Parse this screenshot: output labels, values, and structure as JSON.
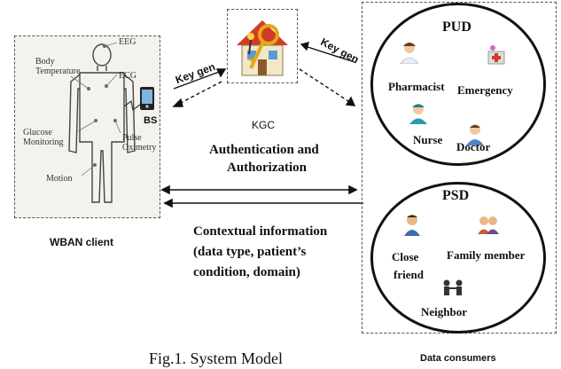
{
  "wban": {
    "labels": {
      "eeg": "EEG",
      "body_temperature": "Body Temperature",
      "ecg": "ECG",
      "bs": "BS",
      "glucose_monitoring": "Glucose Monitoring",
      "pulse_oximetry": "Pulse Oximetry",
      "motion": "Motion"
    },
    "caption": "WBAN client"
  },
  "kgc": {
    "label": "KGC",
    "key_gen_left": "Key gen",
    "key_gen_right": "Key gen"
  },
  "center": {
    "auth_line1": "Authentication and",
    "auth_line2": "Authorization",
    "context_line1": "Contextual information",
    "context_line2": "(data type, patient’s",
    "context_line3": "condition, domain)"
  },
  "pud": {
    "title": "PUD",
    "pharmacist": "Pharmacist",
    "emergency": "Emergency",
    "nurse": "Nurse",
    "doctor": "Doctor"
  },
  "psd": {
    "title": "PSD",
    "close_friend_line1": "Close",
    "close_friend_line2": "friend",
    "family_member": "Family member",
    "neighbor": "Neighbor"
  },
  "consumers_caption": "Data consumers",
  "figure_caption": "Fig.1. System Model"
}
